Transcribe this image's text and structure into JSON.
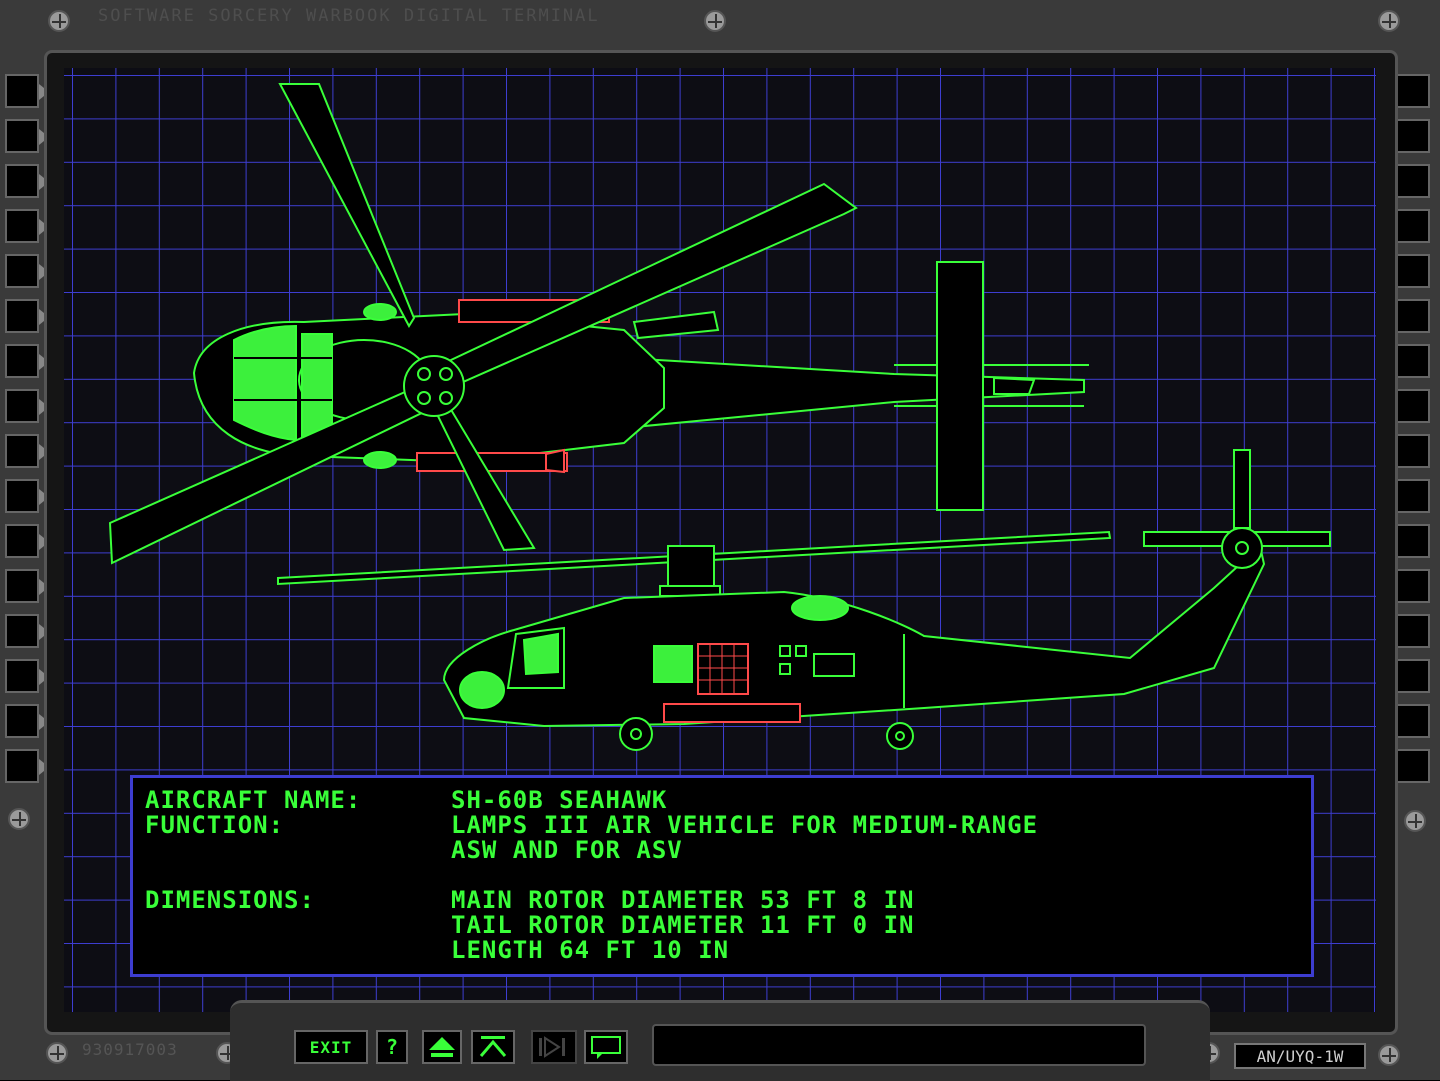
{
  "window": {
    "header_label": "SOFTWARE SORCERY WARBOOK DIGITAL TERMINAL",
    "serial_number": "930917003",
    "device_label": "AN/UYQ-1W"
  },
  "info": {
    "aircraft_name_label": "AIRCRAFT NAME:",
    "aircraft_name": "SH-60B SEAHAWK",
    "function_label": "FUNCTION:",
    "function_lines": [
      "LAMPS III AIR VEHICLE FOR MEDIUM-RANGE",
      "ASW AND FOR ASV"
    ],
    "dimensions_label": "DIMENSIONS:",
    "dimension_lines": [
      "MAIN ROTOR DIAMETER 53 FT 8 IN",
      "TAIL ROTOR DIAMETER 11 FT 0 IN",
      "LENGTH 64 FT 10 IN"
    ]
  },
  "toolbar": {
    "exit_label": "EXIT",
    "help_label": "?"
  },
  "colors": {
    "grid": "#3d3dd0",
    "outline": "#39ff39",
    "weapon": "#ff4a4a",
    "panel": "#3a3a3a"
  },
  "icons": [
    "up-arrow-icon",
    "top-arrow-icon",
    "next-page-icon",
    "display-icon"
  ]
}
